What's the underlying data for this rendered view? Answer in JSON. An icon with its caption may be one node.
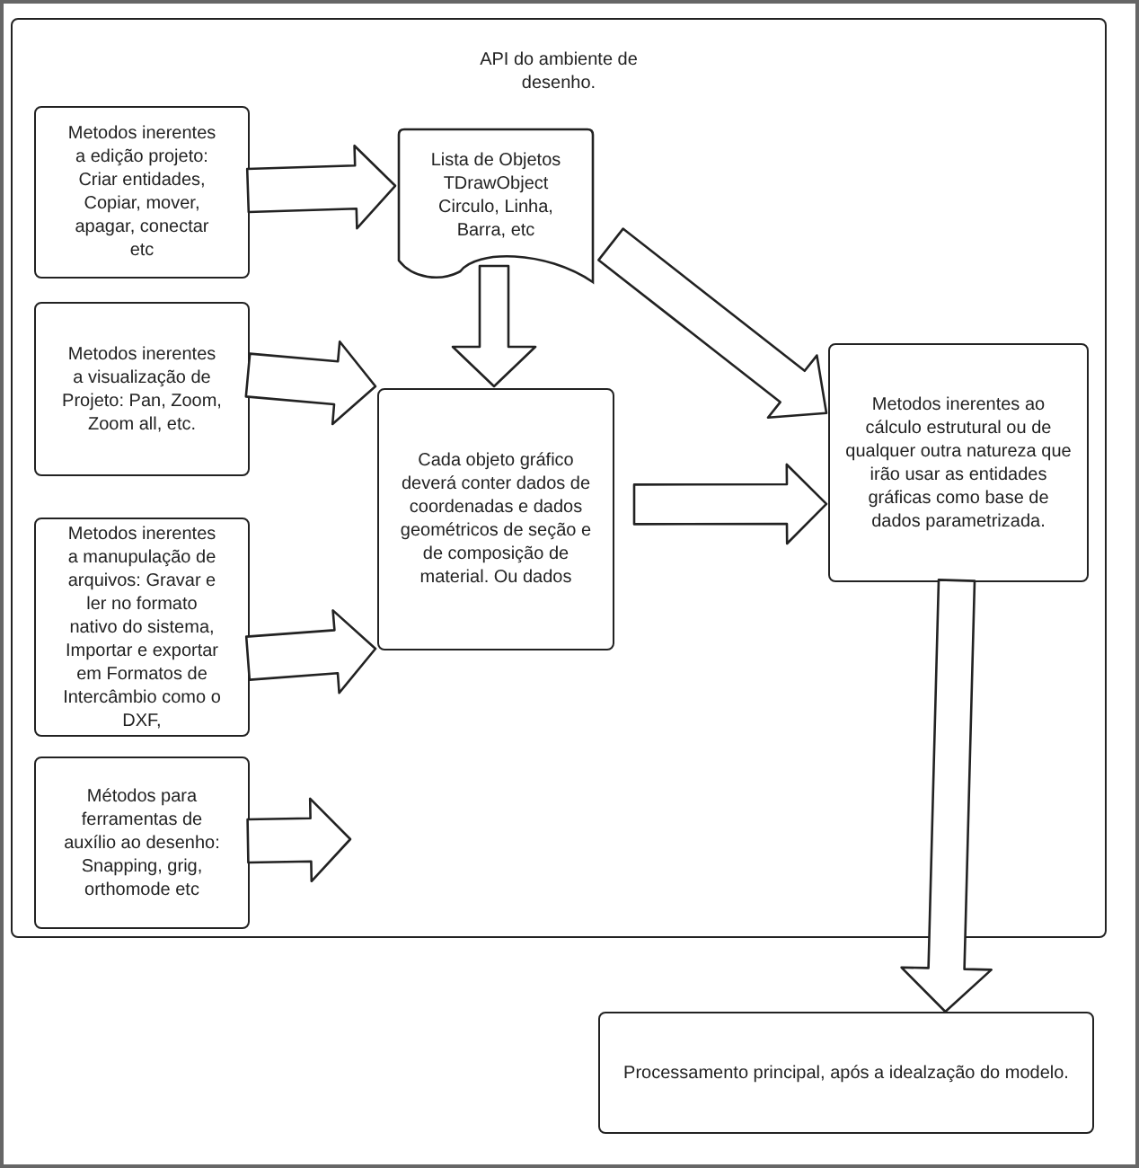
{
  "diagram": {
    "nodes": [
      {
        "text": [
          "API do ambiente de desenho."
        ]
      },
      {
        "text": [
          "Metodos inerentes a edição projeto: Criar entidades, Copiar, mover, apagar, conectar etc"
        ],
        "in": 0
      },
      {
        "text": [
          "Metodos inerentes a visualização de Projeto: Pan, Zoom, Zoom all, etc."
        ],
        "in": 0
      },
      {
        "text": [
          "Metodos inerentes a manupulação de arquivos: Gravar e ler no formato nativo do sistema, Importar e exportar em Formatos de Intercâmbio como o DXF,"
        ],
        "in": 0
      },
      {
        "text": [
          "Métodos para ferramentas de auxílio ao desenho: Snapping, grig, orthomode etc"
        ],
        "in": 0
      },
      {
        "text": [
          "Lista de Objetos TDrawObject Circulo, Linha, Barra, etc"
        ],
        "in": 0
      },
      {
        "text": [
          "Cada objeto gráfico deverá conter dados de coordenadas e dados geométricos de seção e de composição de material. Ou dados"
        ],
        "in": 0
      },
      {
        "text": [
          "Metodos inerentes ao cálculo estrutural ou de qualquer outra natureza que irão usar as entidades gráficas como base de dados parametrizada."
        ],
        "in": 0
      },
      {
        "text": [
          "Processamento principal, após a idealzação do modelo."
        ]
      }
    ],
    "edges": [
      {
        "from": 1,
        "to": 5,
        "arrow": "to"
      },
      {
        "from": 2,
        "to": 6,
        "arrow": "to"
      },
      {
        "from": 3,
        "to": 6,
        "arrow": "to"
      },
      {
        "from": 4,
        "to": null,
        "arrow": "to"
      },
      {
        "from": 5,
        "to": 6,
        "arrow": "to"
      },
      {
        "from": 5,
        "to": 7,
        "arrow": "to"
      },
      {
        "from": 6,
        "to": 7,
        "arrow": "to"
      },
      {
        "from": 7,
        "to": 8,
        "arrow": "to"
      }
    ]
  }
}
